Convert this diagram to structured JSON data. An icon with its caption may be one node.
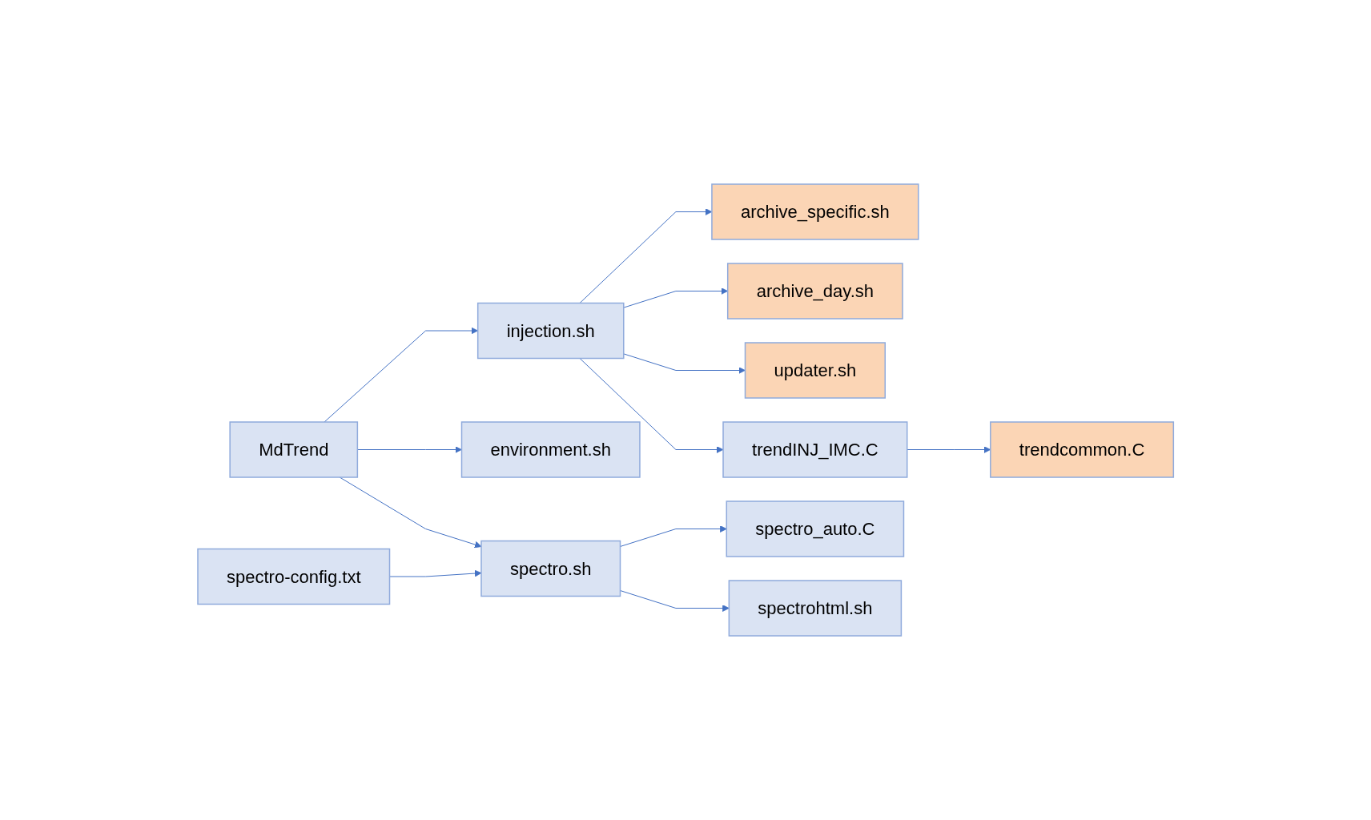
{
  "diagram": {
    "nodes": [
      {
        "text": [
          "MdTrend"
        ]
      },
      {
        "text": [
          "archive_specific.sh"
        ]
      },
      {
        "text": [
          "archive_day.sh"
        ]
      },
      {
        "text": [
          "updater.sh"
        ]
      },
      {
        "text": [
          "trendcommon.C"
        ]
      },
      {
        "text": [
          "injection.sh"
        ]
      },
      {
        "text": [
          "trendINJ_IMC.C"
        ]
      },
      {
        "text": [
          "environment.sh"
        ]
      },
      {
        "text": [
          "spectro.sh"
        ]
      },
      {
        "text": [
          "spectro_auto.C"
        ]
      },
      {
        "text": [
          "spectro-config.txt"
        ]
      },
      {
        "text": [
          "spectrohtml.sh"
        ]
      }
    ],
    "edges": [
      {
        "from": 0,
        "to": 5,
        "arrow": "to"
      },
      {
        "from": 0,
        "to": 7,
        "arrow": "to"
      },
      {
        "from": 0,
        "to": 8,
        "arrow": "to"
      },
      {
        "from": 5,
        "to": 1,
        "arrow": "to"
      },
      {
        "from": 5,
        "to": 2,
        "arrow": "to"
      },
      {
        "from": 5,
        "to": 3,
        "arrow": "to"
      },
      {
        "from": 5,
        "to": 6,
        "arrow": "to"
      },
      {
        "from": 6,
        "to": 4,
        "arrow": "to"
      },
      {
        "from": 8,
        "to": 9,
        "arrow": "to"
      },
      {
        "from": 10,
        "to": 8,
        "arrow": "to"
      },
      {
        "from": 8,
        "to": 11,
        "arrow": "to"
      }
    ]
  }
}
